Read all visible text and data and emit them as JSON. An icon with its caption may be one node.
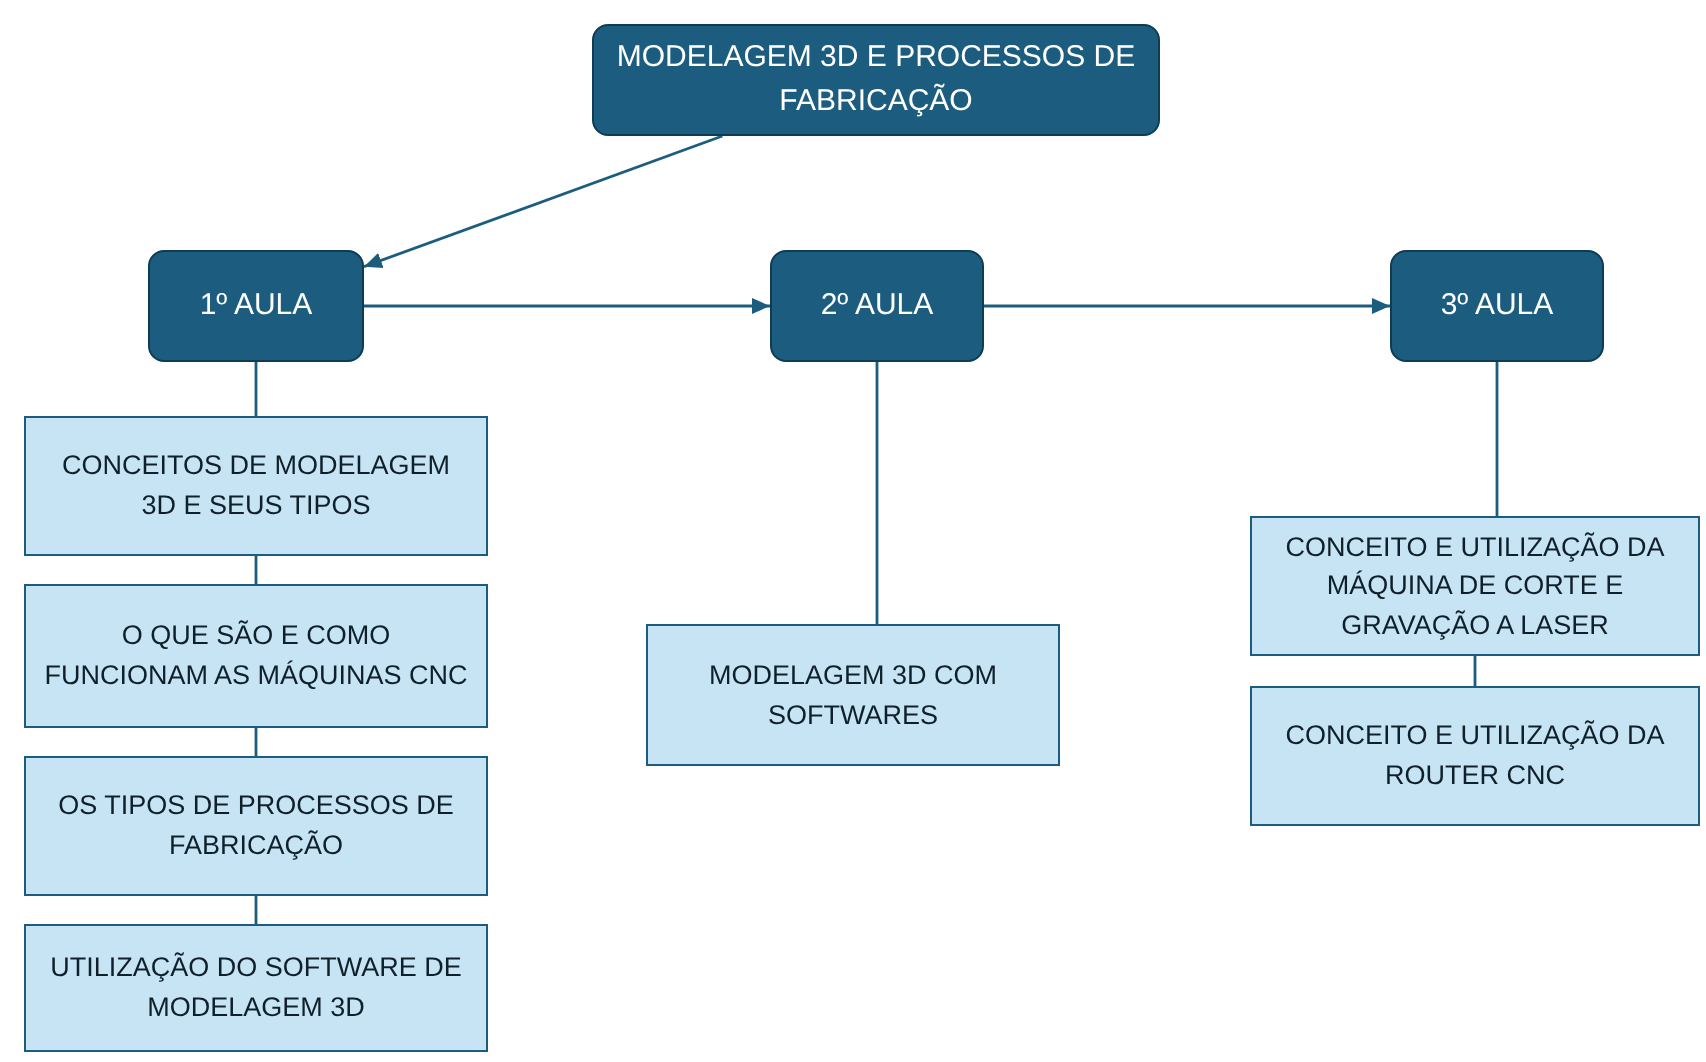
{
  "diagram": {
    "nodes": [
      {
        "text": [
          "MODELAGEM 3D E PROCESSOS DE FABRICAÇÃO"
        ]
      },
      {
        "text": [
          "1º AULA"
        ]
      },
      {
        "text": [
          "2º AULA"
        ]
      },
      {
        "text": [
          "3º AULA"
        ]
      },
      {
        "text": [
          "CONCEITOS DE MODELAGEM 3D E SEUS TIPOS"
        ]
      },
      {
        "text": [
          "O QUE SÃO E COMO FUNCIONAM AS MÁQUINAS CNC"
        ]
      },
      {
        "text": [
          "OS TIPOS DE PROCESSOS DE FABRICAÇÃO"
        ]
      },
      {
        "text": [
          "UTILIZAÇÃO DO SOFTWARE DE MODELAGEM 3D"
        ]
      },
      {
        "text": [
          "MODELAGEM 3D COM SOFTWARES"
        ]
      },
      {
        "text": [
          "CONCEITO E UTILIZAÇÃO DA MÁQUINA DE CORTE E GRAVAÇÃO A LASER"
        ]
      },
      {
        "text": [
          "CONCEITO E UTILIZAÇÃO DA ROUTER CNC"
        ]
      }
    ],
    "edges": [
      {
        "from": 0,
        "to": 1,
        "arrow": "to"
      },
      {
        "from": 1,
        "to": 2,
        "arrow": "to"
      },
      {
        "from": 2,
        "to": 3,
        "arrow": "to"
      },
      {
        "from": 1,
        "to": 4,
        "arrow": "none"
      },
      {
        "from": 4,
        "to": 5,
        "arrow": "none"
      },
      {
        "from": 5,
        "to": 6,
        "arrow": "none"
      },
      {
        "from": 6,
        "to": 7,
        "arrow": "none"
      },
      {
        "from": 2,
        "to": 8,
        "arrow": "none"
      },
      {
        "from": 3,
        "to": 9,
        "arrow": "none"
      },
      {
        "from": 9,
        "to": 10,
        "arrow": "none"
      }
    ]
  }
}
